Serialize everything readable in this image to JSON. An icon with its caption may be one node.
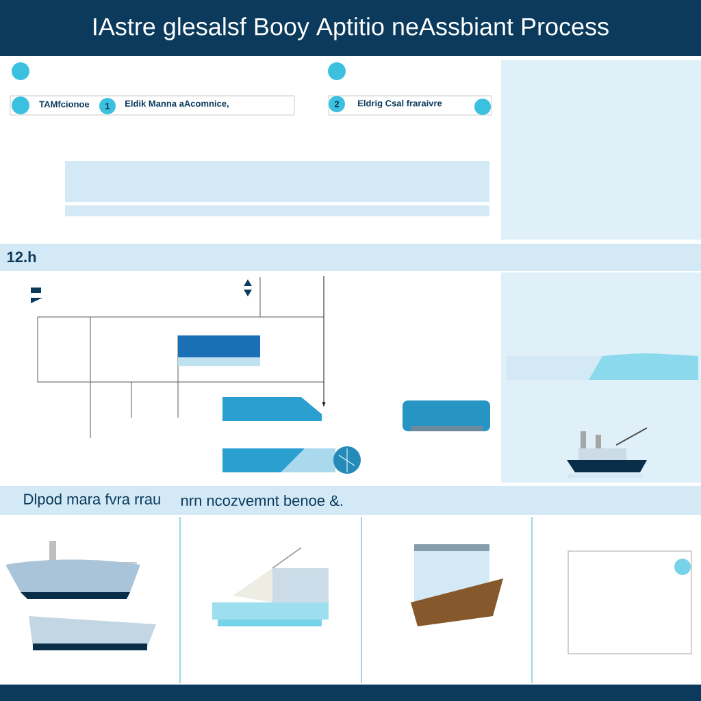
{
  "diagram": {
    "title": "IAstre glesalsf Booy Aptitio neAssbiant Process",
    "nodes": [
      {
        "text": [
          "TAMfcionoe"
        ]
      },
      {
        "text": [
          "Eldik Manna aAcomnice,"
        ]
      },
      {
        "text": [
          "Eldrig Csal fraraivre"
        ]
      }
    ],
    "labels": [
      "1",
      "2",
      "12.h",
      "Dlpod mara fvra rrau",
      "nrn ncozvemnt benoe &."
    ]
  }
}
